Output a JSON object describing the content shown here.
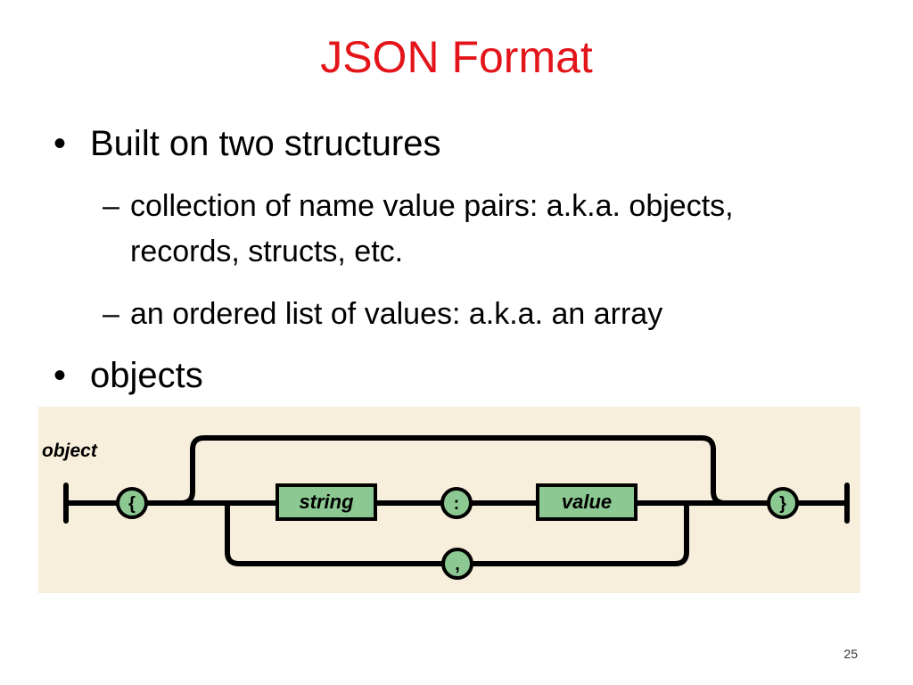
{
  "slide": {
    "title": "JSON Format",
    "bullets": [
      {
        "marker": "•",
        "text": "Built on two structures",
        "sub": [
          {
            "marker": "–",
            "text": "collection of name value pairs: a.k.a. objects, records, structs, etc."
          },
          {
            "marker": "–",
            "text": "an ordered list of values: a.k.a. an array"
          }
        ]
      },
      {
        "marker": "•",
        "text": "objects",
        "sub": []
      }
    ],
    "page_number": "25"
  },
  "diagram": {
    "label": "object",
    "open_brace": "{",
    "name_box": "string",
    "colon": ":",
    "value_box": "value",
    "comma": ",",
    "close_brace": "}",
    "colors": {
      "background": "#f7eedc",
      "node_fill": "#8cc891",
      "line": "#000000"
    }
  }
}
